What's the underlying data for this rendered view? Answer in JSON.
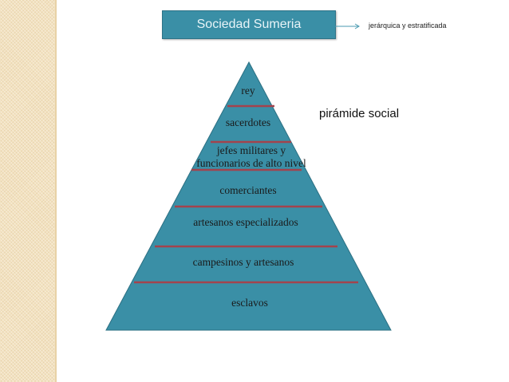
{
  "title": "Sociedad Sumeria",
  "note": "jerárquica y estratificada",
  "pyramid_label": "pirámide social",
  "levels": [
    "rey",
    "sacerdotes",
    "jefes militares y",
    "funcionarios de alto nivel",
    "comerciantes",
    "artesanos especializados",
    "campesinos y artesanos",
    "esclavos"
  ],
  "colors": {
    "pyramid": "#3a8fa6",
    "divider": "#a3434d",
    "strip": "#f3e2c0"
  }
}
